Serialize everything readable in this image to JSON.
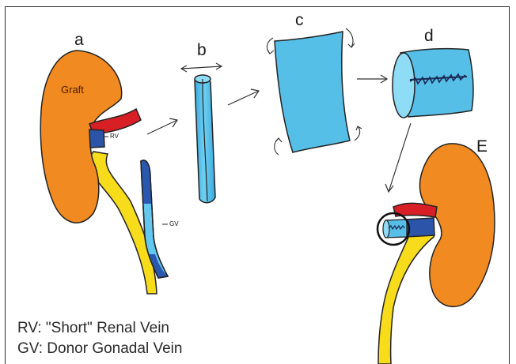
{
  "panel_labels": {
    "a": "a",
    "b": "b",
    "c": "c",
    "d": "d",
    "e": "E"
  },
  "labels": {
    "graft": "Graft",
    "rv": "RV",
    "gv": "GV"
  },
  "legend": {
    "rv": "RV: \"Short\" Renal Vein",
    "gv": "GV: Donor Gonadal Vein"
  },
  "colors": {
    "kidney": "#f08a21",
    "ureter": "#f7dc1c",
    "artery": "#d91f26",
    "renal_vein": "#2c54a8",
    "gonadal_vein_light": "#62c8ee",
    "gonadal_vein_dark": "#2a58b0",
    "patch": "#56bfe8",
    "suture": "#1b2a55"
  }
}
